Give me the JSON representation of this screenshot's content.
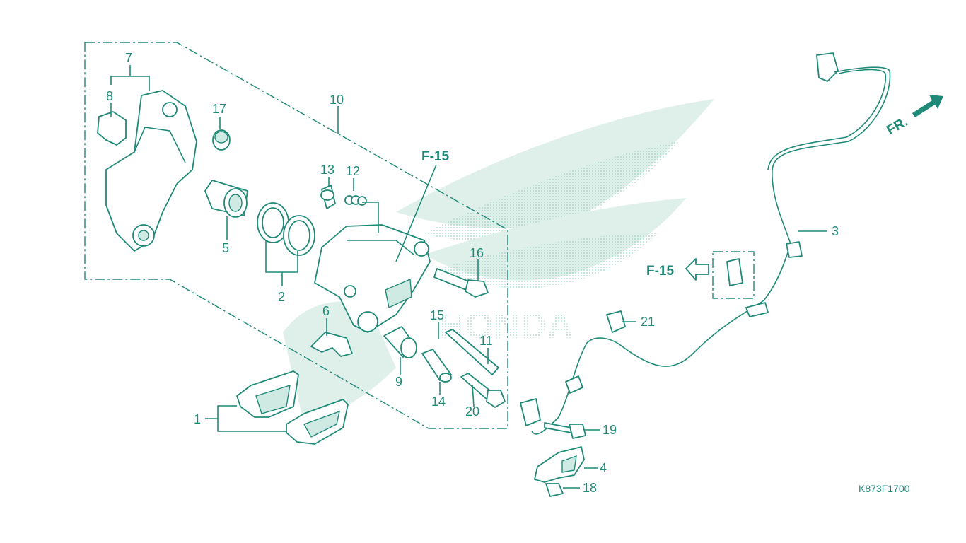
{
  "diagram_code": "K873F1700",
  "direction_label": "FR.",
  "reference_label": "F-15",
  "callouts": [
    {
      "id": "c1",
      "label": "1"
    },
    {
      "id": "c2",
      "label": "2"
    },
    {
      "id": "c3",
      "label": "3"
    },
    {
      "id": "c4",
      "label": "4"
    },
    {
      "id": "c5",
      "label": "5"
    },
    {
      "id": "c6",
      "label": "6"
    },
    {
      "id": "c7",
      "label": "7"
    },
    {
      "id": "c8",
      "label": "8"
    },
    {
      "id": "c9",
      "label": "9"
    },
    {
      "id": "c10",
      "label": "10"
    },
    {
      "id": "c11",
      "label": "11"
    },
    {
      "id": "c12",
      "label": "12"
    },
    {
      "id": "c13",
      "label": "13"
    },
    {
      "id": "c14",
      "label": "14"
    },
    {
      "id": "c15",
      "label": "15"
    },
    {
      "id": "c16",
      "label": "16"
    },
    {
      "id": "c17",
      "label": "17"
    },
    {
      "id": "c18",
      "label": "18"
    },
    {
      "id": "c19",
      "label": "19"
    },
    {
      "id": "c20",
      "label": "20"
    },
    {
      "id": "c21",
      "label": "21"
    }
  ],
  "watermark_brand": "HONDA",
  "colors": {
    "ink": "#1f8a78",
    "watermark": "#dff0eb"
  }
}
